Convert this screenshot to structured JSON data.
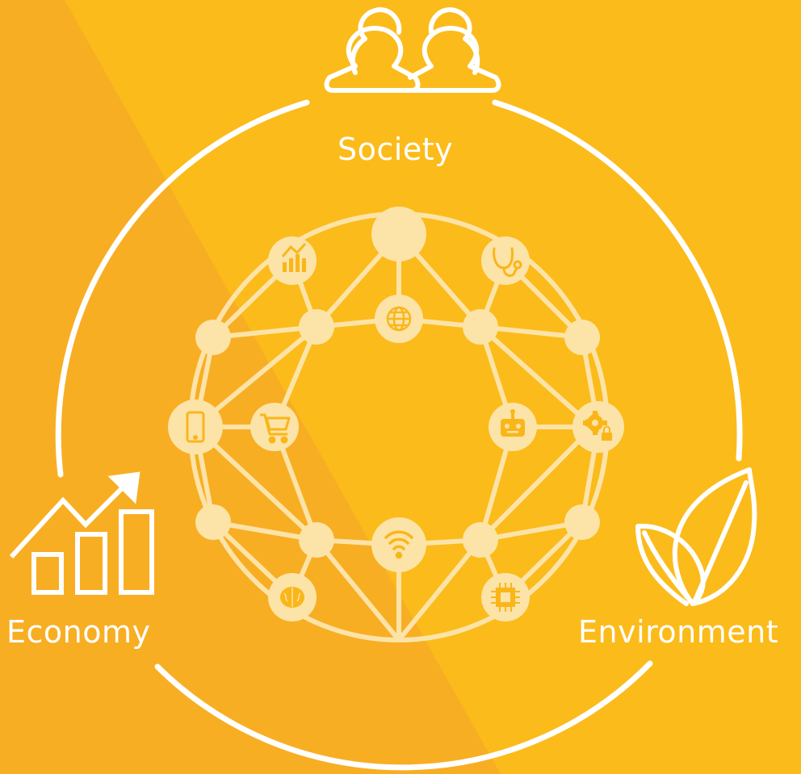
{
  "labels": {
    "society": "Society",
    "economy": "Economy",
    "environment": "Environment"
  },
  "colors": {
    "background": "#FBBB1A",
    "background_shade": "#F8AE23",
    "ring_stroke": "#FFFFFF",
    "network_fill": "#FCE3A8",
    "icon_fill": "#FAB619"
  },
  "pillars": [
    {
      "name": "Society",
      "icon": "people-group-icon"
    },
    {
      "name": "Economy",
      "icon": "growth-chart-icon"
    },
    {
      "name": "Environment",
      "icon": "leaves-icon"
    }
  ],
  "network_icons": [
    "bar-chart-icon",
    "stethoscope-icon",
    "globe-icon",
    "smartphone-icon",
    "shopping-cart-icon",
    "robot-icon",
    "gear-lock-icon",
    "wifi-icon",
    "brain-icon",
    "microchip-icon"
  ]
}
